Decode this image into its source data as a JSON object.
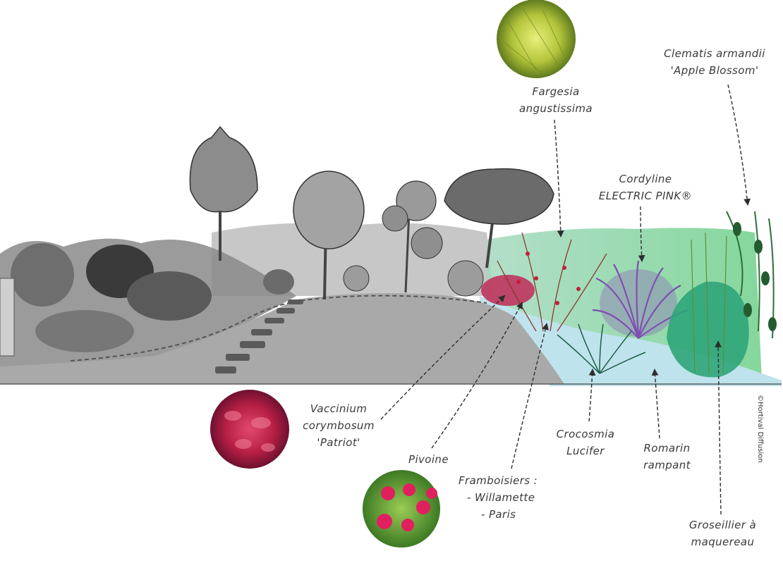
{
  "labels": {
    "fargesia": [
      "Fargesia",
      "angustissima"
    ],
    "clematis": [
      "Clematis armandii",
      "'Apple Blossom'"
    ],
    "cordyline": [
      "Cordyline",
      "ELECTRIC PINK®"
    ],
    "vaccinium": [
      "Vaccinium",
      "corymbosum",
      "'Patriot'"
    ],
    "pivoine": [
      "Pivoine"
    ],
    "framboisiers": [
      "Framboisiers :",
      "- Willamette",
      "- Paris"
    ],
    "crocosmia": [
      "Crocosmia",
      "Lucifer"
    ],
    "romarin": [
      "Romarin",
      "rampant"
    ],
    "groseillier": [
      "Groseillier à",
      "maquereau"
    ]
  },
  "copyright": "©Hortival Diffusion",
  "colors": {
    "lawn": "#a9a9a9",
    "background_green": "#7fcf9a",
    "pale_blue": "#bfe3ec",
    "cordyline_purple": "#8a5bb8",
    "groseillier_green": "#2fa57a",
    "vaccinium_red": "#c0244a",
    "pivoine_pink": "#d41e5a",
    "bamboo_yellow": "#b8c83a"
  }
}
